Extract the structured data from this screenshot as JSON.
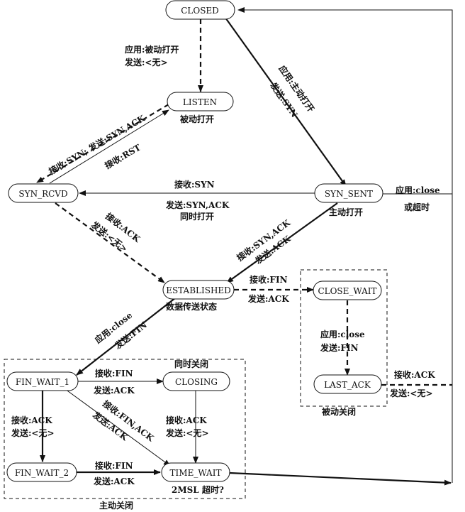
{
  "states": {
    "closed": "CLOSED",
    "listen": "LISTEN",
    "syn_rcvd": "SYN_RCVD",
    "syn_sent": "SYN_SENT",
    "established": "ESTABLISHED",
    "close_wait": "CLOSE_WAIT",
    "last_ack": "LAST_ACK",
    "fin_wait_1": "FIN_WAIT_1",
    "closing": "CLOSING",
    "fin_wait_2": "FIN_WAIT_2",
    "time_wait": "TIME_WAIT"
  },
  "captions": {
    "listen": "被动打开",
    "syn_sent": "主动打开",
    "established": "数据传送状态",
    "simultaneous_close": "同时关闭",
    "passive_close": "被动关闭",
    "active_close": "主动关闭",
    "time_wait": "2MSL 超时?"
  },
  "transitions": {
    "closed_listen_1": "应用:被动打开",
    "closed_listen_2": "发送:<无>",
    "closed_synsent_1": "应用:主动打开",
    "closed_synsent_2": "发送:SYN",
    "listen_synrcvd": "接收:SYN; 发送:SYN,ACK",
    "synrcvd_listen": "接收:RST",
    "synsent_synrcvd_1": "接收:SYN",
    "synsent_synrcvd_2": "发送:SYN,ACK",
    "synsent_synrcvd_3": "同时打开",
    "synsent_close_1": "应用:close",
    "synsent_close_2": "或超时",
    "synrcvd_est_1": "接收:ACK",
    "synrcvd_est_2": "发送:<无>",
    "synsent_est_1": "接收:SYN,ACK",
    "synsent_est_2": "发送:ACK",
    "est_closewait_1": "接收:FIN",
    "est_closewait_2": "发送:ACK",
    "closewait_lastack_1": "应用:close",
    "closewait_lastack_2": "发送:FIN",
    "lastack_closed_1": "接收:ACK",
    "lastack_closed_2": "发送:<无>",
    "est_finwait1_1": "应用:close",
    "est_finwait1_2": "发送:FIN",
    "fw1_closing_1": "接收:FIN",
    "fw1_closing_2": "发送:ACK",
    "fw1_timewait_1": "接收:FIN,ACK",
    "fw1_timewait_2": "发送:ACK",
    "fw1_fw2_1": "接收:ACK",
    "fw1_fw2_2": "发送:<无>",
    "closing_timewait_1": "接收:ACK",
    "closing_timewait_2": "发送:<无>",
    "fw2_timewait_1": "接收:FIN",
    "fw2_timewait_2": "发送:ACK"
  }
}
